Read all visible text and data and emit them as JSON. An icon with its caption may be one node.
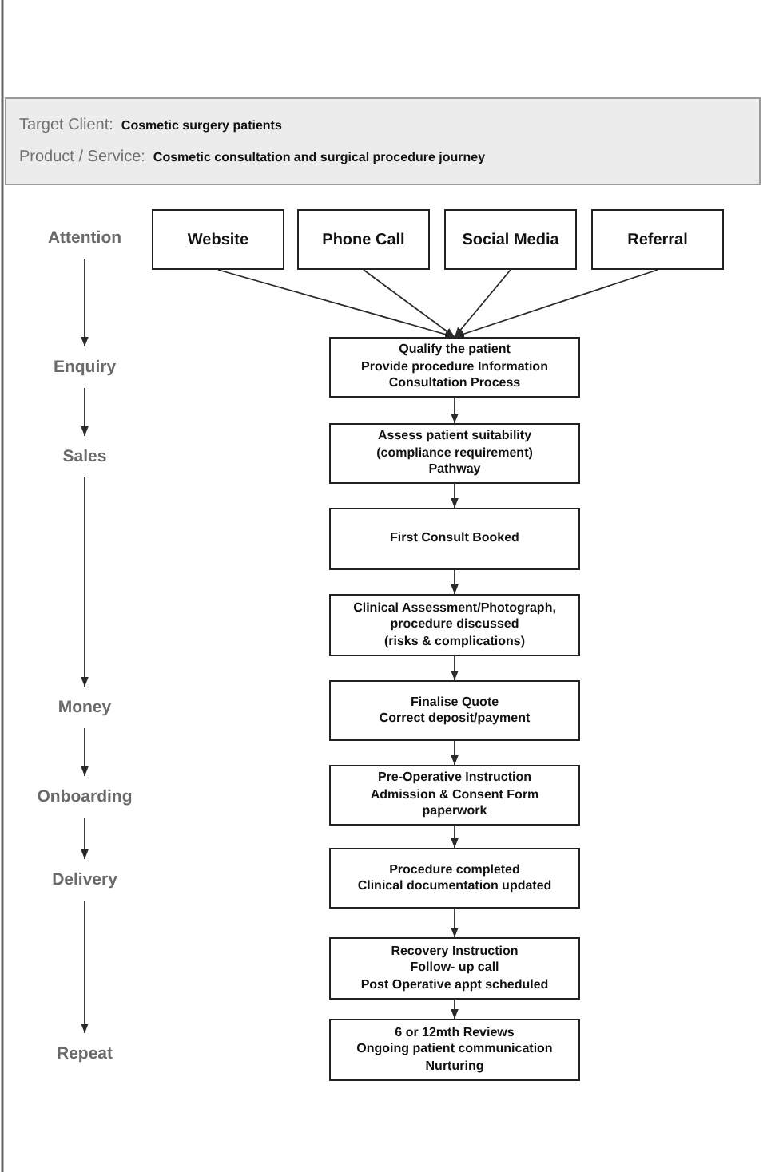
{
  "diagram": {
    "nodes": [
      {
        "text": [
          "Target Client:",
          "Cosmetic surgery patients",
          "Product / Service:",
          "Cosmetic consultation and surgical procedure journey"
        ]
      },
      {
        "text": [
          "Attention"
        ]
      },
      {
        "text": [
          "Website"
        ]
      },
      {
        "text": [
          "Phone Call"
        ]
      },
      {
        "text": [
          "Social Media"
        ]
      },
      {
        "text": [
          "Referral"
        ]
      },
      {
        "text": [
          "Enquiry"
        ]
      },
      {
        "text": [
          "Qualify the patient",
          "Provide procedure Information",
          "Consultation Process"
        ]
      },
      {
        "text": [
          "Sales"
        ]
      },
      {
        "text": [
          "Assess patient suitability",
          "(compliance requirement)",
          "Pathway"
        ]
      },
      {
        "text": [
          "First Consult Booked"
        ]
      },
      {
        "text": [
          "Clinical Assessment/Photograph, procedure discussed",
          "(risks & complications)"
        ]
      },
      {
        "text": [
          "Money"
        ]
      },
      {
        "text": [
          "Finalise Quote",
          "Correct deposit/payment"
        ]
      },
      {
        "text": [
          "Onboarding"
        ]
      },
      {
        "text": [
          "Pre-Operative Instruction",
          "Admission & Consent Form paperwork"
        ]
      },
      {
        "text": [
          "Delivery"
        ]
      },
      {
        "text": [
          "Procedure completed",
          "Clinical documentation updated"
        ]
      },
      {
        "text": [
          "Recovery Instruction",
          "Follow- up call",
          "Post Operative appt scheduled"
        ]
      },
      {
        "text": [
          "Repeat"
        ]
      },
      {
        "text": [
          "6 or 12mth Reviews",
          "Ongoing patient communication",
          "Nurturing"
        ]
      }
    ],
    "edges": [
      {
        "from": 1,
        "to": 6,
        "arrow": "to"
      },
      {
        "from": 2,
        "to": 7,
        "arrow": "to"
      },
      {
        "from": 3,
        "to": 7,
        "arrow": "to"
      },
      {
        "from": 4,
        "to": 7,
        "arrow": "to"
      },
      {
        "from": 5,
        "to": 7,
        "arrow": "to"
      },
      {
        "from": 6,
        "to": 8,
        "arrow": "to"
      },
      {
        "from": 7,
        "to": 9,
        "arrow": "to"
      },
      {
        "from": 8,
        "to": 12,
        "arrow": "to"
      },
      {
        "from": 9,
        "to": 10,
        "arrow": "to"
      },
      {
        "from": 10,
        "to": 11,
        "arrow": "to"
      },
      {
        "from": 11,
        "to": 13,
        "arrow": "to"
      },
      {
        "from": 12,
        "to": 14,
        "arrow": "to"
      },
      {
        "from": 13,
        "to": 15,
        "arrow": "to"
      },
      {
        "from": 14,
        "to": 16,
        "arrow": "to"
      },
      {
        "from": 15,
        "to": 17,
        "arrow": "to"
      },
      {
        "from": 16,
        "to": 19,
        "arrow": "to"
      },
      {
        "from": 17,
        "to": 18,
        "arrow": "to"
      },
      {
        "from": 18,
        "to": 20,
        "arrow": "to"
      }
    ]
  }
}
